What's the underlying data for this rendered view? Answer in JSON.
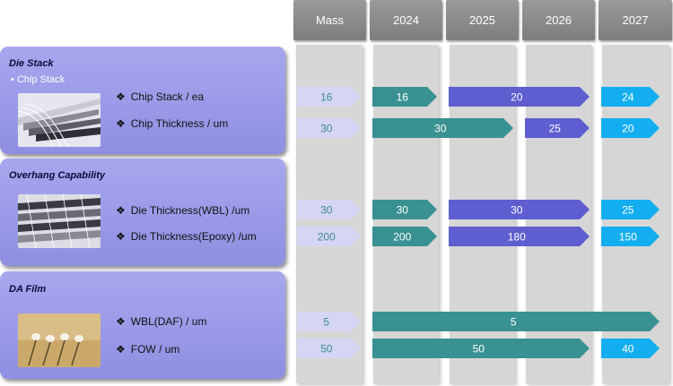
{
  "columns": [
    "Mass",
    "2024",
    "2025",
    "2026",
    "2027"
  ],
  "panels": [
    {
      "title": "Die Stack",
      "subtitle": "Chip Stack",
      "rows": [
        {
          "label": "Chip Stack / ea",
          "segments": [
            {
              "from": 0,
              "to": 0,
              "value": "16",
              "color": "#d5d5f4",
              "text_color": "#3d8b8b"
            },
            {
              "from": 1,
              "to": 1,
              "value": "16",
              "color": "#3a9191",
              "text_color": "#ffffff"
            },
            {
              "from": 2,
              "to": 3,
              "value": "20",
              "color": "#5e5ed0",
              "text_color": "#ffffff"
            },
            {
              "from": 4,
              "to": 4,
              "value": "24",
              "color": "#12aef0",
              "text_color": "#ffffff"
            }
          ]
        },
        {
          "label": "Chip Thickness / um",
          "segments": [
            {
              "from": 0,
              "to": 0,
              "value": "30",
              "color": "#d5d5f4",
              "text_color": "#3d8b8b"
            },
            {
              "from": 1,
              "to": 2,
              "value": "30",
              "color": "#3a9191",
              "text_color": "#ffffff"
            },
            {
              "from": 3,
              "to": 3,
              "value": "25",
              "color": "#5e5ed0",
              "text_color": "#ffffff"
            },
            {
              "from": 4,
              "to": 4,
              "value": "20",
              "color": "#12aef0",
              "text_color": "#ffffff"
            }
          ]
        }
      ]
    },
    {
      "title": "Overhang Capability",
      "subtitle": "",
      "rows": [
        {
          "label": "Die Thickness(WBL) /um",
          "segments": [
            {
              "from": 0,
              "to": 0,
              "value": "30",
              "color": "#d5d5f4",
              "text_color": "#3d8b8b"
            },
            {
              "from": 1,
              "to": 1,
              "value": "30",
              "color": "#3a9191",
              "text_color": "#ffffff"
            },
            {
              "from": 2,
              "to": 3,
              "value": "30",
              "color": "#5e5ed0",
              "text_color": "#ffffff"
            },
            {
              "from": 4,
              "to": 4,
              "value": "25",
              "color": "#12aef0",
              "text_color": "#ffffff"
            }
          ]
        },
        {
          "label": "Die Thickness(Epoxy) /um",
          "segments": [
            {
              "from": 0,
              "to": 0,
              "value": "200",
              "color": "#d5d5f4",
              "text_color": "#3d8b8b"
            },
            {
              "from": 1,
              "to": 1,
              "value": "200",
              "color": "#3a9191",
              "text_color": "#ffffff"
            },
            {
              "from": 2,
              "to": 3,
              "value": "180",
              "color": "#5e5ed0",
              "text_color": "#ffffff"
            },
            {
              "from": 4,
              "to": 4,
              "value": "150",
              "color": "#12aef0",
              "text_color": "#ffffff"
            }
          ]
        }
      ]
    },
    {
      "title": "DA Film",
      "subtitle": "",
      "rows": [
        {
          "label": "WBL(DAF) / um",
          "segments": [
            {
              "from": 0,
              "to": 0,
              "value": "5",
              "color": "#d5d5f4",
              "text_color": "#3d8b8b"
            },
            {
              "from": 1,
              "to": 4,
              "value": "5",
              "color": "#3a9191",
              "text_color": "#ffffff"
            }
          ]
        },
        {
          "label": "FOW / um",
          "segments": [
            {
              "from": 0,
              "to": 0,
              "value": "50",
              "color": "#d5d5f4",
              "text_color": "#3d8b8b"
            },
            {
              "from": 1,
              "to": 3,
              "value": "50",
              "color": "#3a9191",
              "text_color": "#ffffff"
            },
            {
              "from": 4,
              "to": 4,
              "value": "40",
              "color": "#12aef0",
              "text_color": "#ffffff"
            }
          ]
        }
      ]
    }
  ]
}
